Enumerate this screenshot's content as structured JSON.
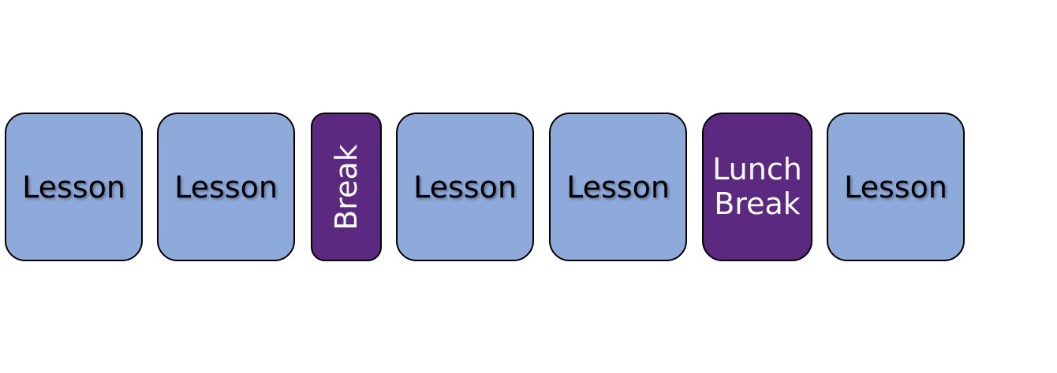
{
  "schedule": {
    "blocks": [
      {
        "label": "Lesson",
        "kind": "lesson"
      },
      {
        "label": "Lesson",
        "kind": "lesson"
      },
      {
        "label": "Break",
        "kind": "break"
      },
      {
        "label": "Lesson",
        "kind": "lesson"
      },
      {
        "label": "Lesson",
        "kind": "lesson"
      },
      {
        "label_line1": "Lunch",
        "label_line2": "Break",
        "kind": "break"
      },
      {
        "label": "Lesson",
        "kind": "lesson"
      }
    ]
  },
  "colors": {
    "lesson_fill": "#8eaadb",
    "break_fill": "#5b2a80",
    "border": "#000000"
  }
}
